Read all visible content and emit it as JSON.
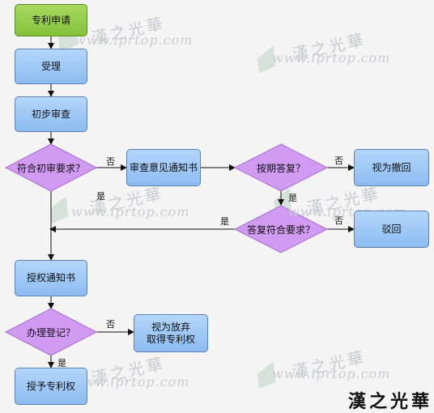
{
  "nodes": {
    "apply": "专利申请",
    "accept": "受理",
    "prelim": "初步审查",
    "meets_prelim": "符合初审要求？",
    "notice": "审查意见通知书",
    "on_time": "按期答复？",
    "withdrawn": "视为撤回",
    "reply_meets": "答复符合要求？",
    "rejected": "驳回",
    "grant_notice": "授权通知书",
    "register": "办理登记？",
    "abandon_line1": "视为放弃",
    "abandon_line2": "取得专利权",
    "grant": "授予专利权"
  },
  "edge_labels": {
    "no1": "否",
    "no2": "否",
    "yes1": "是",
    "yes2": "是",
    "yes3": "是",
    "no3": "否",
    "no4": "否",
    "yes4": "是"
  },
  "watermark": {
    "url": "www.iprtop.com",
    "han": "漢之光華"
  },
  "colors": {
    "start_fill": "#8fca44",
    "process_fill": "#a3cbf7",
    "decision_fill": "#d19bf3",
    "line": "#111111"
  }
}
